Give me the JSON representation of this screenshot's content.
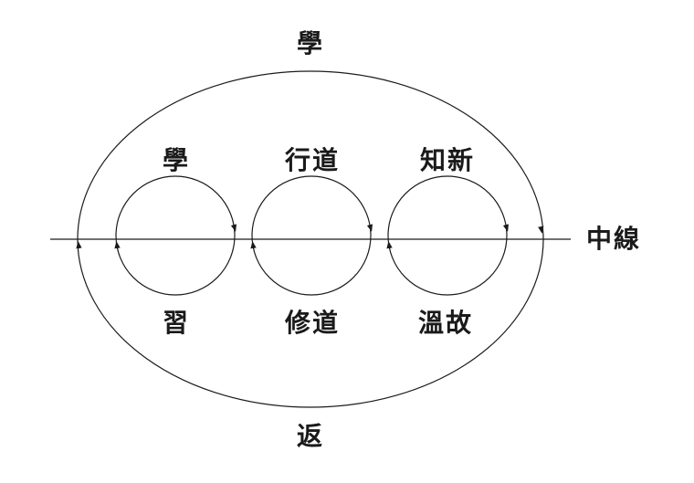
{
  "outer": {
    "top_label": "學",
    "bottom_label": "返"
  },
  "center_line_label": "中線",
  "circles": [
    {
      "top_label": "學",
      "bottom_label": "習"
    },
    {
      "top_label": "行道",
      "bottom_label": "修道"
    },
    {
      "top_label": "知新",
      "bottom_label": "溫故"
    }
  ],
  "colors": {
    "stroke": "#1a1a1a"
  }
}
